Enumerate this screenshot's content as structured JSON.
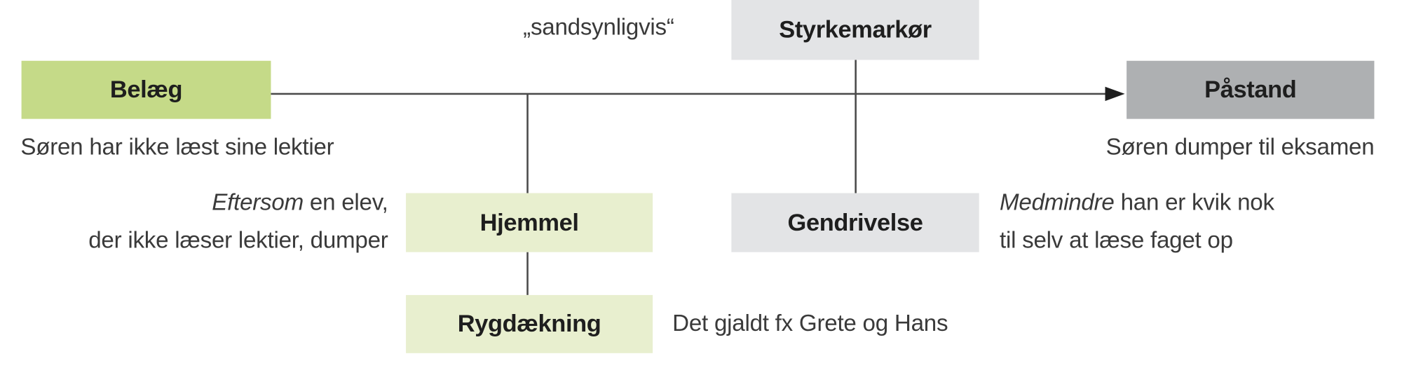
{
  "diagram": {
    "type": "Toulmin argument model",
    "nodes": {
      "belaeg": {
        "label": "Belæg",
        "color": "#c5da88",
        "example": "Søren har ikke læst sine lektier"
      },
      "paastand": {
        "label": "Påstand",
        "color": "#aeb0b2",
        "example": "Søren dumper til eksamen"
      },
      "styrkemarkoer": {
        "label": "Styrkemarkør",
        "color": "#e3e4e6",
        "example": "„sandsynligvis“"
      },
      "hjemmel": {
        "label": "Hjemmel",
        "color": "#e8efcf",
        "example_italic": "Eftersom",
        "example_line1_rest": " en elev,",
        "example_line2": "der ikke læser lektier, dumper"
      },
      "gendrivelse": {
        "label": "Gendrivelse",
        "color": "#e3e4e6",
        "example_italic": "Medmindre",
        "example_line1_rest": " han er kvik nok",
        "example_line2": "til selv at læse faget op"
      },
      "rygdaekning": {
        "label": "Rygdækning",
        "color": "#e8efcf",
        "example": "Det gjaldt fx Grete og Hans"
      }
    },
    "connections": [
      {
        "from": "Belæg",
        "to": "Påstand",
        "arrow": true
      },
      {
        "from": "Hjemmel",
        "to": "Belæg→Påstand line"
      },
      {
        "from": "Rygdækning",
        "to": "Hjemmel"
      },
      {
        "from": "Styrkemarkør",
        "to": "Gendrivelse",
        "crosses": "Belæg→Påstand line"
      }
    ]
  }
}
